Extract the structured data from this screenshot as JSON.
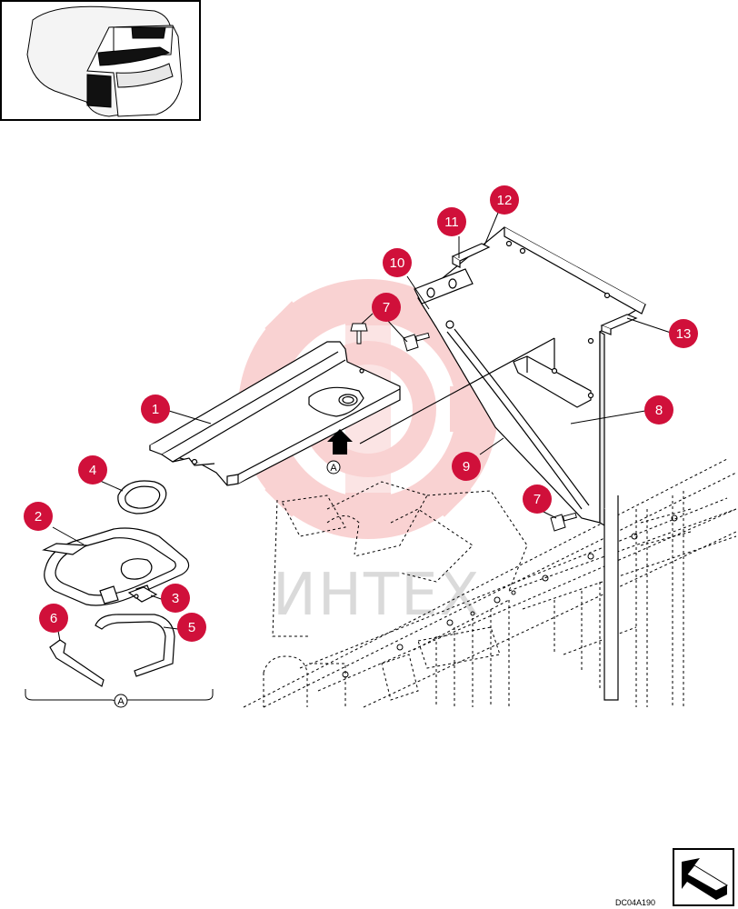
{
  "diagram": {
    "watermark_text": "ИНТЕХ",
    "drawing_code": "DC04A190",
    "view_marker": "A",
    "accent_color": "#d0103a",
    "callouts": [
      {
        "id": "1",
        "label": "1"
      },
      {
        "id": "2",
        "label": "2"
      },
      {
        "id": "3",
        "label": "3"
      },
      {
        "id": "4",
        "label": "4"
      },
      {
        "id": "5",
        "label": "5"
      },
      {
        "id": "6",
        "label": "6"
      },
      {
        "id": "7a",
        "label": "7"
      },
      {
        "id": "7b",
        "label": "7"
      },
      {
        "id": "8",
        "label": "8"
      },
      {
        "id": "9",
        "label": "9"
      },
      {
        "id": "10",
        "label": "10"
      },
      {
        "id": "11",
        "label": "11"
      },
      {
        "id": "12",
        "label": "12"
      },
      {
        "id": "13",
        "label": "13"
      }
    ],
    "icons": {
      "thumbnail": "machine-cab-thumbnail",
      "next_page": "next-page-arrow-icon"
    }
  }
}
